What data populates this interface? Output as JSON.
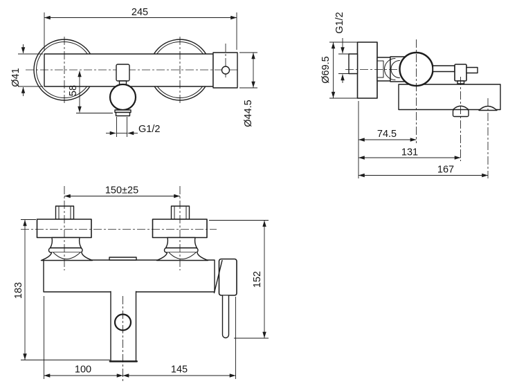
{
  "colors": {
    "line": "#1c1c1c",
    "background": "#ffffff"
  },
  "views": {
    "front": {
      "dims": {
        "length": "245",
        "body_diameter": "Ø41",
        "outlet_drop": "58",
        "outlet_thread": "G1/2",
        "end_cap_diameter": "Ø44.5"
      }
    },
    "side": {
      "dims": {
        "inlet_thread": "G1/2",
        "flange_diameter": "Ø69.5",
        "wall_to_handle": "74.5",
        "wall_to_outlet": "131",
        "wall_to_front": "167"
      }
    },
    "installation": {
      "dims": {
        "inlet_spacing": "150±25",
        "overall_height": "183",
        "handle_drop": "152",
        "body_to_spout": "100",
        "spout_to_handle": "145"
      }
    }
  }
}
